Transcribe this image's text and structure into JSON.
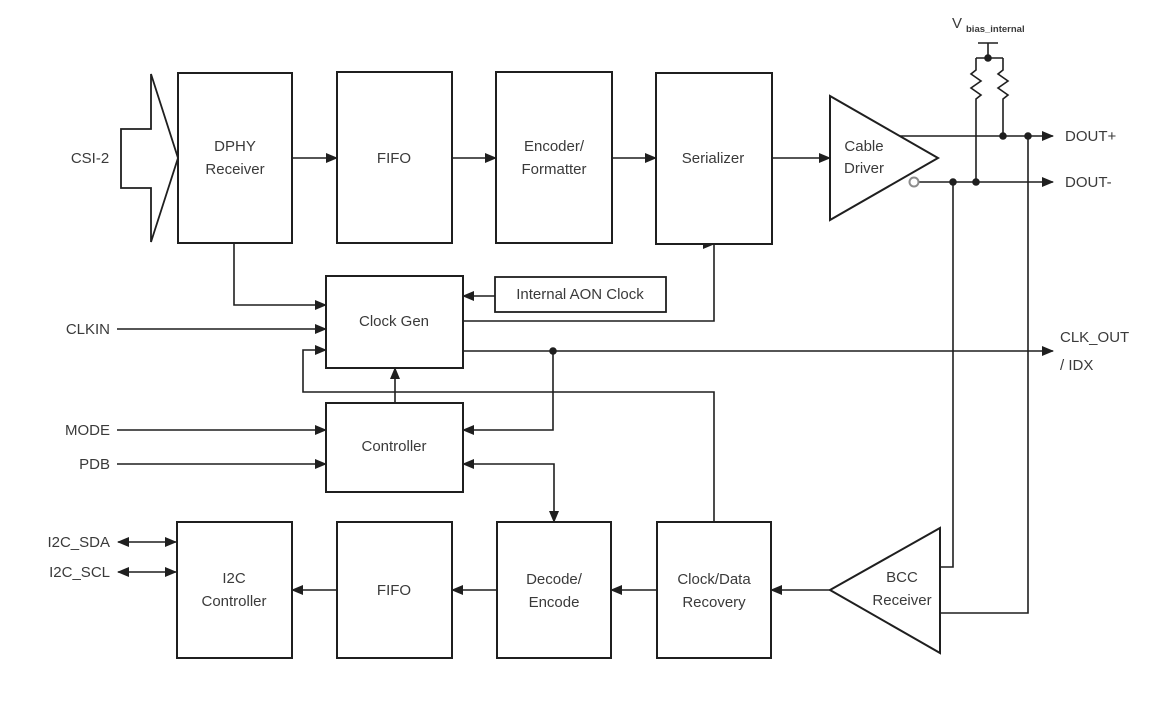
{
  "colors": {
    "background": "#ffffff",
    "line": "#1f1f1f",
    "text": "#3a3a3a",
    "bubble_stroke": "#8c8c8c"
  },
  "blocks": {
    "dphy_receiver": {
      "label_line1": "DPHY",
      "label_line2": "Receiver"
    },
    "fifo_top": {
      "label": "FIFO"
    },
    "encoder_formatter": {
      "label_line1": "Encoder/",
      "label_line2": "Formatter"
    },
    "serializer": {
      "label": "Serializer"
    },
    "cable_driver": {
      "label_line1": "Cable",
      "label_line2": "Driver"
    },
    "internal_aon_clock": {
      "label": "Internal AON Clock"
    },
    "clock_gen": {
      "label": "Clock Gen"
    },
    "controller": {
      "label": "Controller"
    },
    "i2c_controller": {
      "label_line1": "I2C",
      "label_line2": "Controller"
    },
    "fifo_bottom": {
      "label": "FIFO"
    },
    "decode_encode": {
      "label_line1": "Decode/",
      "label_line2": "Encode"
    },
    "clock_data_recovery": {
      "label_line1": "Clock/Data",
      "label_line2": "Recovery"
    },
    "bcc_receiver": {
      "label_line1": "BCC",
      "label_line2": "Receiver"
    }
  },
  "ports": {
    "csi2": "CSI-2",
    "clkin": "CLKIN",
    "mode": "MODE",
    "pdb": "PDB",
    "i2c_sda": "I2C_SDA",
    "i2c_scl": "I2C_SCL",
    "dout_plus": "DOUT+",
    "dout_minus": "DOUT-",
    "clk_out_line1": "CLK_OUT",
    "clk_out_line2": "/ IDX",
    "vbias_base": "V",
    "vbias_subscript": "bias_internal"
  }
}
